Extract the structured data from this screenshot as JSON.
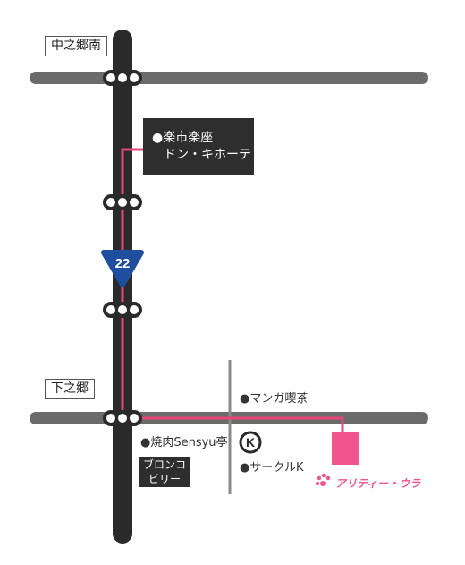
{
  "places": {
    "nakanogo_minami": "中之郷南",
    "shimonogo": "下之郷",
    "rakuichi": {
      "line1": "●楽市楽座",
      "line2": "ドン・キホーテ"
    },
    "manga": "●マンガ喫茶",
    "yakiniku": "●焼肉Sensyu亭",
    "bronco": {
      "line1": "ブロンコ",
      "line2": "ビリー"
    },
    "circlek": "●サークルK",
    "circlek_logo": "K",
    "destination_logo": "アリティー・ウラ"
  },
  "route_sign": "22",
  "colors": {
    "road": "#6b6b6b",
    "main_road": "#2a2a2a",
    "route": "#e8457a",
    "route_sign": "#1f4e9e",
    "destination": "#f0558d"
  }
}
